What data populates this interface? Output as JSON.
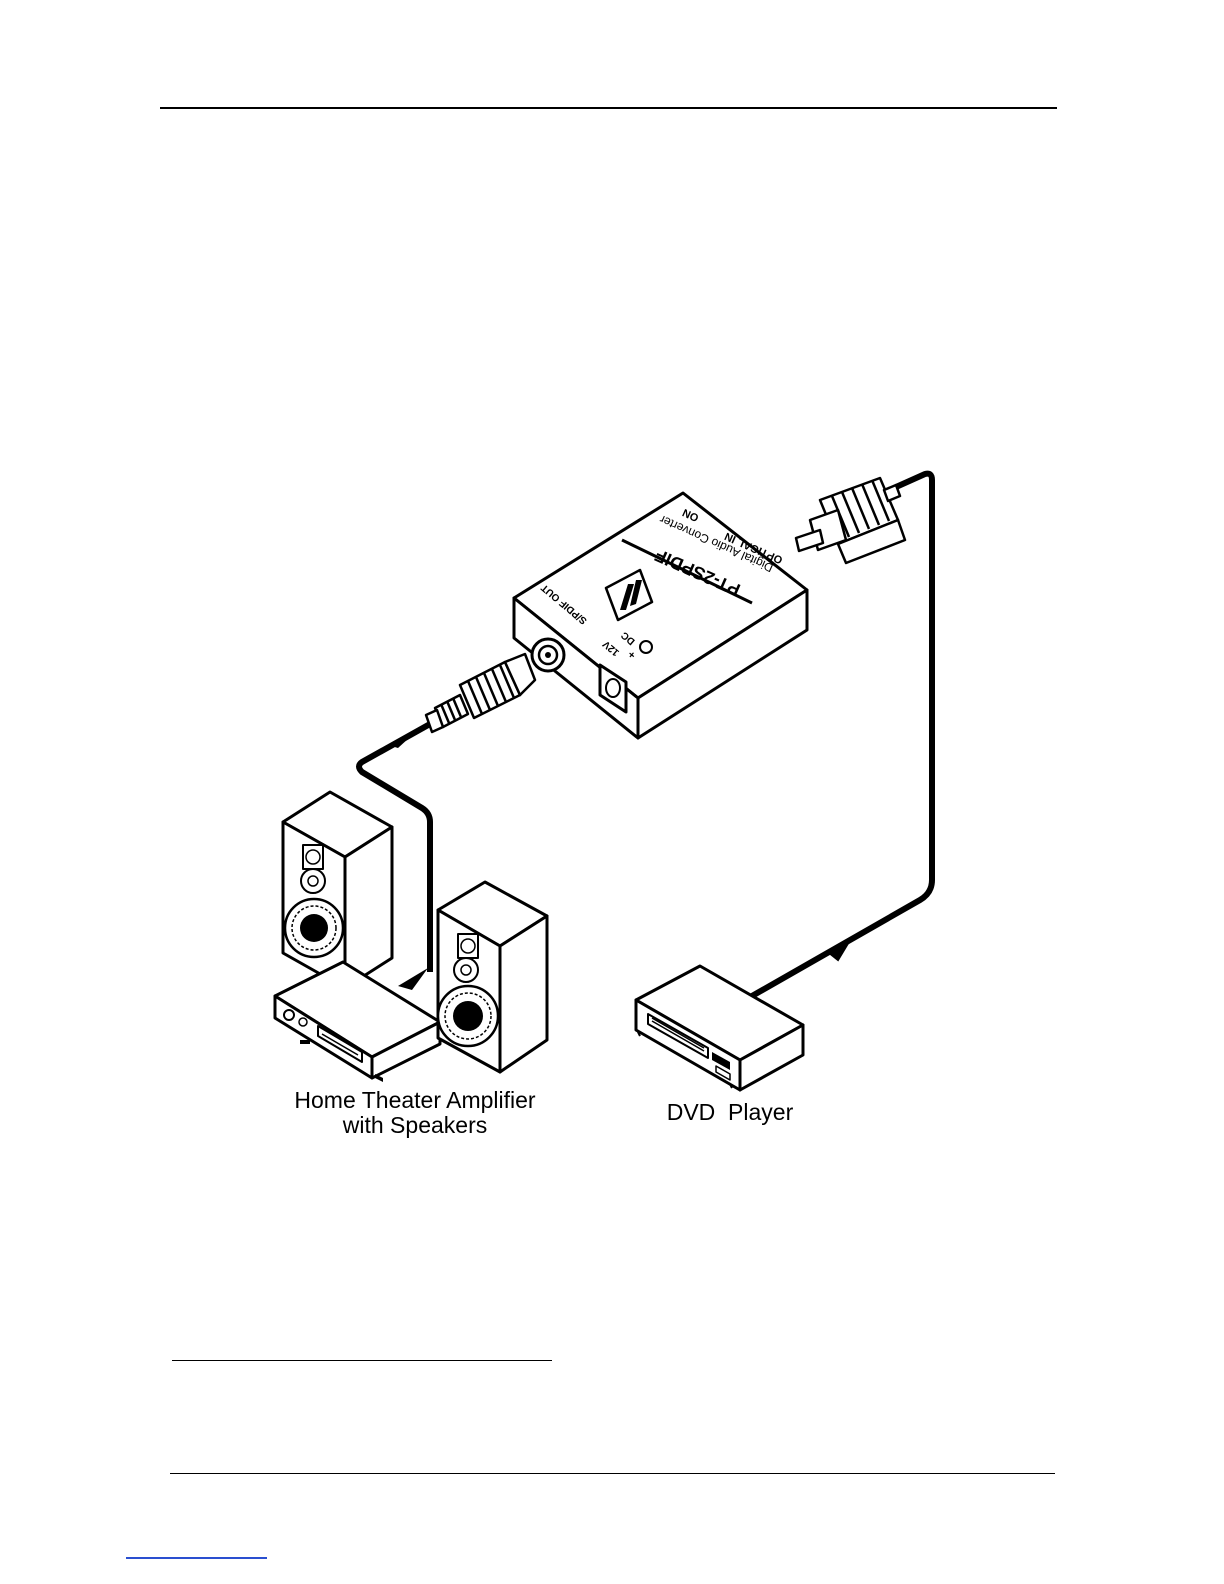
{
  "device": {
    "model": "PT-2SPDIF",
    "subtitle": "Digital Audio Converter",
    "input_label": "OPTICAL IN",
    "led_label": "ON",
    "output_label": "S/PDIF OUT",
    "power_voltage": "12V",
    "power_type": "DC",
    "power_polarity": "+"
  },
  "captions": {
    "amplifier": "Home Theater Amplifier\nwith Speakers",
    "dvd": "DVD  Player"
  },
  "colors": {
    "ink": "#000000",
    "paper": "#ffffff",
    "link": "#2a4fd0"
  }
}
